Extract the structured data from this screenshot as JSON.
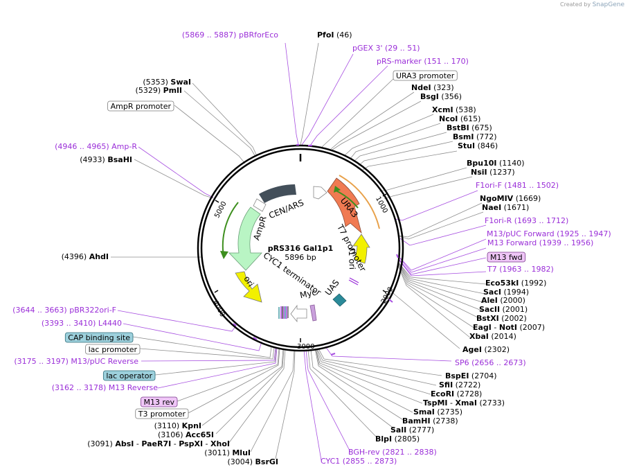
{
  "credit": {
    "prefix": "Created by",
    "brand": "SnapGene"
  },
  "plasmid": {
    "name": "pRS316 Gal1p1",
    "length": "5896 bp"
  },
  "colors": {
    "enzyme_text": "#000000",
    "primer_text": "#9a2ed8",
    "line": "#8c8c8c",
    "primer_line": "#a64de0",
    "backbone": "#000000"
  },
  "ticks": [
    "1000",
    "2000",
    "3000",
    "4000",
    "5000"
  ],
  "features": [
    {
      "name": "CEN/ARS",
      "color": "#434f5a",
      "kind": "arc"
    },
    {
      "name": "AmpR",
      "color": "#b9f5c4",
      "kind": "arrow"
    },
    {
      "name": "ori",
      "color": "#f2f000",
      "kind": "arrow"
    },
    {
      "name": "URA3",
      "color": "#f07a52",
      "kind": "arrow"
    },
    {
      "name": "f1 ori",
      "color": "#f2f000",
      "kind": "arrow"
    },
    {
      "name": "T7 promoter",
      "color": "#ffffff",
      "kind": "arrow"
    },
    {
      "name": "CYC1 terminator",
      "color": "#ffffff",
      "kind": "arrow"
    },
    {
      "name": "Myc",
      "color": "#c9a0dc",
      "kind": "box"
    },
    {
      "name": "UAS",
      "color": "#2a8a99",
      "kind": "box"
    }
  ],
  "labels": [
    {
      "id": "pfoi",
      "type": "enzyme",
      "name": "PfoI",
      "pos": "(46)"
    },
    {
      "id": "pbrforeco",
      "type": "primer",
      "range": "(5869 .. 5887)",
      "name": "pBRforEco"
    },
    {
      "id": "pgex3",
      "type": "primer",
      "name": "pGEX 3'",
      "range": "(29 .. 51)"
    },
    {
      "id": "prsmarker",
      "type": "primer",
      "name": "pRS-marker",
      "range": "(151 .. 170)"
    },
    {
      "id": "ura3prom",
      "type": "box",
      "name": "URA3 promoter"
    },
    {
      "id": "ndei",
      "type": "enzyme",
      "name": "NdeI",
      "pos": "(323)"
    },
    {
      "id": "bsgi",
      "type": "enzyme",
      "name": "BsgI",
      "pos": "(356)"
    },
    {
      "id": "xcmi",
      "type": "enzyme",
      "name": "XcmI",
      "pos": "(538)"
    },
    {
      "id": "ncoi",
      "type": "enzyme",
      "name": "NcoI",
      "pos": "(615)"
    },
    {
      "id": "bstbi",
      "type": "enzyme",
      "name": "BstBI",
      "pos": "(675)"
    },
    {
      "id": "bsmi",
      "type": "enzyme",
      "name": "BsmI",
      "pos": "(772)"
    },
    {
      "id": "stui",
      "type": "enzyme",
      "name": "StuI",
      "pos": "(846)"
    },
    {
      "id": "bpu10i",
      "type": "enzyme",
      "name": "Bpu10I",
      "pos": "(1140)"
    },
    {
      "id": "nsii",
      "type": "enzyme",
      "name": "NsiI",
      "pos": "(1237)"
    },
    {
      "id": "f1orif",
      "type": "primer",
      "name": "F1ori-F",
      "range": "(1481 .. 1502)"
    },
    {
      "id": "ngomiv",
      "type": "enzyme",
      "name": "NgoMIV",
      "pos": "(1669)"
    },
    {
      "id": "naei",
      "type": "enzyme",
      "name": "NaeI",
      "pos": "(1671)"
    },
    {
      "id": "f1orir",
      "type": "primer",
      "name": "F1ori-R",
      "range": "(1693 .. 1712)"
    },
    {
      "id": "m13pucf",
      "type": "primer",
      "name": "M13/pUC Forward",
      "range": "(1925 .. 1947)"
    },
    {
      "id": "m13f",
      "type": "primer",
      "name": "M13 Forward",
      "range": "(1939 .. 1956)"
    },
    {
      "id": "m13fwd",
      "type": "box",
      "name": "M13 fwd"
    },
    {
      "id": "t7",
      "type": "primer",
      "name": "T7",
      "range": "(1963 .. 1982)"
    },
    {
      "id": "eco53ki",
      "type": "enzyme",
      "name": "Eco53kI",
      "pos": "(1992)"
    },
    {
      "id": "saci",
      "type": "enzyme",
      "name": "SacI",
      "pos": "(1994)"
    },
    {
      "id": "alei",
      "type": "enzyme",
      "name": "AleI",
      "pos": "(2000)"
    },
    {
      "id": "sacii",
      "type": "enzyme",
      "name": "SacII",
      "pos": "(2001)"
    },
    {
      "id": "bstxi",
      "type": "enzyme",
      "name": "BstXI",
      "pos": "(2002)"
    },
    {
      "id": "eagi",
      "type": "enzyme",
      "name": "EagI",
      "sep": "-",
      "name2": "NotI",
      "pos": "(2007)"
    },
    {
      "id": "xbai",
      "type": "enzyme",
      "name": "XbaI",
      "pos": "(2014)"
    },
    {
      "id": "agei",
      "type": "enzyme",
      "name": "AgeI",
      "pos": "(2302)"
    },
    {
      "id": "sp6",
      "type": "primer",
      "name": "SP6",
      "range": "(2656 .. 2673)"
    },
    {
      "id": "bspei",
      "type": "enzyme",
      "name": "BspEI",
      "pos": "(2704)"
    },
    {
      "id": "sfii",
      "type": "enzyme",
      "name": "SfiI",
      "pos": "(2722)"
    },
    {
      "id": "ecori",
      "type": "enzyme",
      "name": "EcoRI",
      "pos": "(2728)"
    },
    {
      "id": "tspmi",
      "type": "enzyme",
      "name": "TspMI",
      "sep": "-",
      "name2": "XmaI",
      "pos": "(2733)"
    },
    {
      "id": "smai",
      "type": "enzyme",
      "name": "SmaI",
      "pos": "(2735)"
    },
    {
      "id": "bamhi",
      "type": "enzyme",
      "name": "BamHI",
      "pos": "(2738)"
    },
    {
      "id": "sali",
      "type": "enzyme",
      "name": "SalI",
      "pos": "(2777)"
    },
    {
      "id": "blpi",
      "type": "enzyme",
      "name": "BlpI",
      "pos": "(2805)"
    },
    {
      "id": "bghrev",
      "type": "primer",
      "name": "BGH-rev",
      "range": "(2821 .. 2838)"
    },
    {
      "id": "cyc1",
      "type": "primer",
      "name": "CYC1",
      "range": "(2855 .. 2873)"
    },
    {
      "id": "bsrgi",
      "type": "enzyme",
      "pos": "(3004)",
      "name": "BsrGI"
    },
    {
      "id": "mlui",
      "type": "enzyme",
      "pos": "(3011)",
      "name": "MluI"
    },
    {
      "id": "absi",
      "type": "enzyme",
      "pos": "(3091)",
      "name": "AbsI",
      "sep": "-",
      "name2": "PaeR7I",
      "sep2": "-",
      "name3": "PspXI",
      "sep3": "-",
      "name4": "XhoI"
    },
    {
      "id": "acc65i",
      "type": "enzyme",
      "pos": "(3106)",
      "name": "Acc65I"
    },
    {
      "id": "kpni",
      "type": "enzyme",
      "pos": "(3110)",
      "name": "KpnI"
    },
    {
      "id": "t3prom",
      "type": "box",
      "name": "T3 promoter"
    },
    {
      "id": "m13revbox",
      "type": "box",
      "name": "M13 rev"
    },
    {
      "id": "m13rev",
      "type": "primer",
      "range": "(3162 .. 3178)",
      "name": "M13 Reverse"
    },
    {
      "id": "lacop",
      "type": "box",
      "name": "lac operator"
    },
    {
      "id": "m13pucr",
      "type": "primer",
      "range": "(3175 .. 3197)",
      "name": "M13/pUC Reverse"
    },
    {
      "id": "lacprom",
      "type": "box",
      "name": "lac promoter"
    },
    {
      "id": "cap",
      "type": "box",
      "name": "CAP binding site"
    },
    {
      "id": "l4440",
      "type": "primer",
      "range": "(3393 .. 3410)",
      "name": "L4440"
    },
    {
      "id": "pbr322",
      "type": "primer",
      "range": "(3644 .. 3663)",
      "name": "pBR322ori-F"
    },
    {
      "id": "ahdi",
      "type": "enzyme",
      "pos": "(4396)",
      "name": "AhdI"
    },
    {
      "id": "bsahi",
      "type": "enzyme",
      "pos": "(4933)",
      "name": "BsaHI"
    },
    {
      "id": "ampr",
      "type": "primer",
      "range": "(4946 .. 4965)",
      "name": "Amp-R"
    },
    {
      "id": "amprprom",
      "type": "box",
      "name": "AmpR promoter"
    },
    {
      "id": "pmli",
      "type": "enzyme",
      "pos": "(5329)",
      "name": "PmlI"
    },
    {
      "id": "swai",
      "type": "enzyme",
      "pos": "(5353)",
      "name": "SwaI"
    }
  ]
}
